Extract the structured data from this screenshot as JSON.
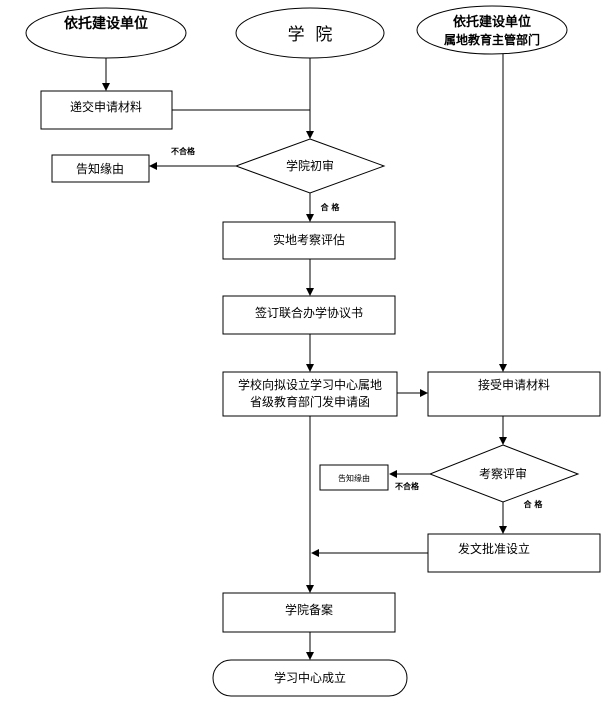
{
  "nodes": {
    "unit_top_left": "依托建设单位",
    "college_top": "学  院",
    "unit_top_right_line1": "依托建设单位",
    "unit_top_right_line2": "属地教育主管部门",
    "submit_materials": "递交申请材料",
    "inform_reason_left": "告知缘由",
    "college_initial_review": "学院初审",
    "site_inspection": "实地考察评估",
    "sign_agreement": "签订联合办学协议书",
    "school_request_line1": "学校向拟设立学习中心属地",
    "school_request_line2": "省级教育部门发申请函",
    "accept_materials": "接受申请材料",
    "inspection_review": "考察评审",
    "inform_reason_right": "告知缘由",
    "approval_document": "发文批准设立",
    "college_filing": "学院备案",
    "center_established": "学习中心成立"
  },
  "edge_labels": {
    "not_qualified_1": "不合格",
    "qualified_1": "合 格",
    "not_qualified_2": "不合格",
    "qualified_2": "合 格"
  }
}
